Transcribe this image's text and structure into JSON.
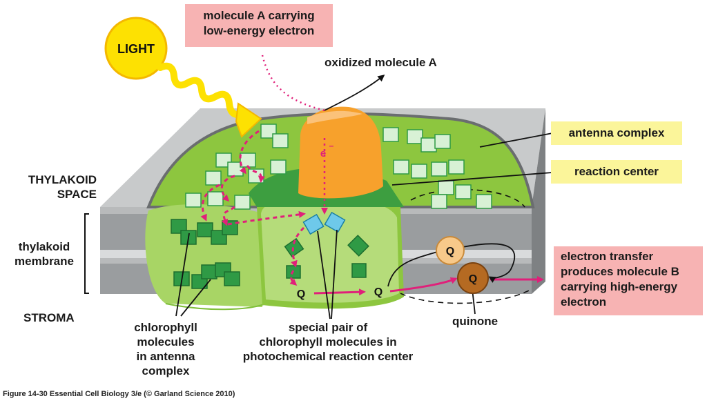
{
  "labels": {
    "light": "LIGHT",
    "molecule_a_box": [
      "molecule A carrying",
      "low-energy electron"
    ],
    "oxidized": "oxidized molecule A",
    "antenna_complex": "antenna complex",
    "reaction_center": "reaction center",
    "thylakoid_space": [
      "THYLAKOID",
      "SPACE"
    ],
    "thylakoid_membrane": [
      "thylakoid",
      "membrane"
    ],
    "stroma": "STROMA",
    "chlorophyll": [
      "chlorophyll",
      "molecules",
      "in antenna",
      "complex"
    ],
    "special_pair": [
      "special pair of",
      "chlorophyll molecules in",
      "photochemical reaction center"
    ],
    "quinone": "quinone",
    "electron_transfer_box": [
      "electron transfer",
      "produces molecule B",
      "carrying high-energy",
      "electron"
    ],
    "electron_symbol": "e",
    "electron_charge": "–",
    "q": "Q"
  },
  "caption": "Figure 14-30  Essential Cell Biology 3/e (© Garland Science 2010)",
  "colors": {
    "light_yellow": "#fde102",
    "protein_green": "#8dc63f",
    "protein_light_green": "#b5dc7a",
    "dark_green": "#2f9a45",
    "orange": "#f7a12c",
    "membrane_gray": "#8c8f91",
    "membrane_light": "#c8cacb",
    "magenta": "#e0207a",
    "cyan": "#5bc5e8",
    "quinone_light": "#f7c98a",
    "quinone_dark": "#b56a22",
    "pink_box": "#f7b3b3",
    "yellow_box": "#fbf59a"
  }
}
